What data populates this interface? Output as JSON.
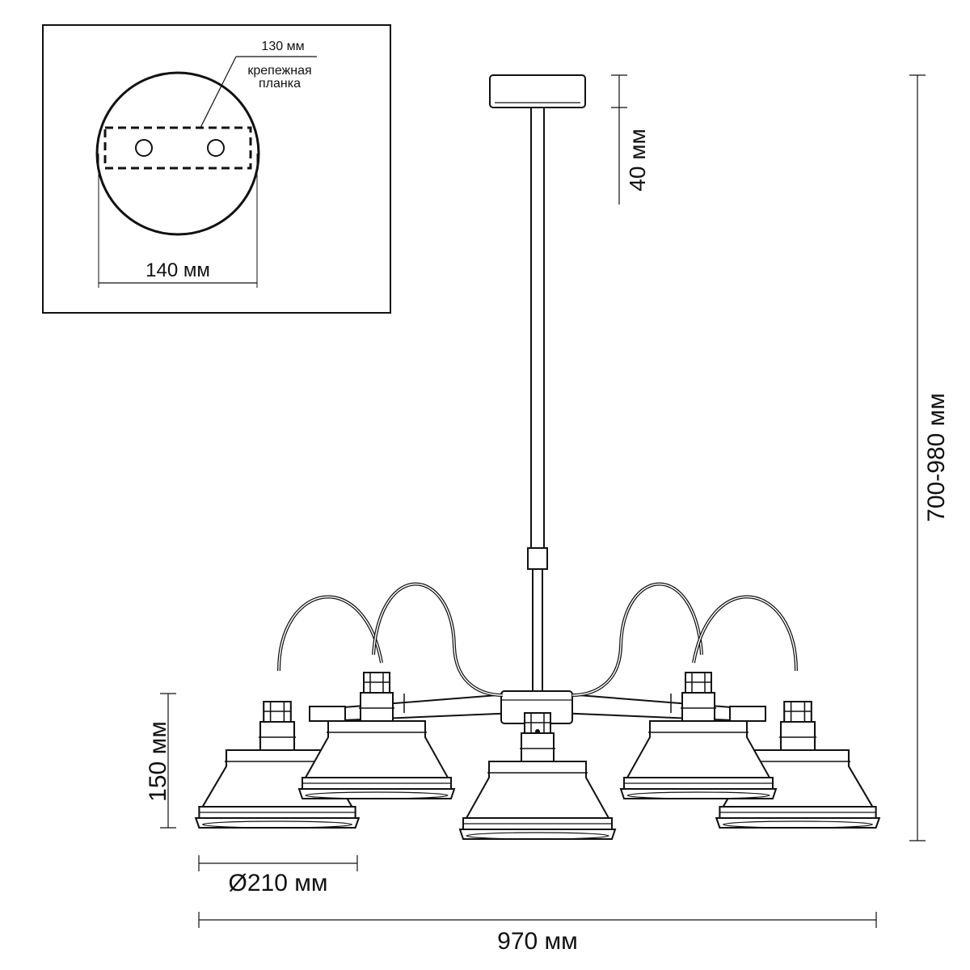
{
  "inset": {
    "plate_width_label": "130 мм",
    "plate_name_line1": "крепежная",
    "plate_name_line2": "планка",
    "canopy_diameter_label": "140 мм"
  },
  "dimensions": {
    "canopy_height": "40 мм",
    "total_height": "700-980 мм",
    "shade_height": "150 мм",
    "shade_diameter": "Ø210 мм",
    "total_width": "970 мм"
  },
  "colors": {
    "line": "#111111",
    "background": "#ffffff"
  }
}
